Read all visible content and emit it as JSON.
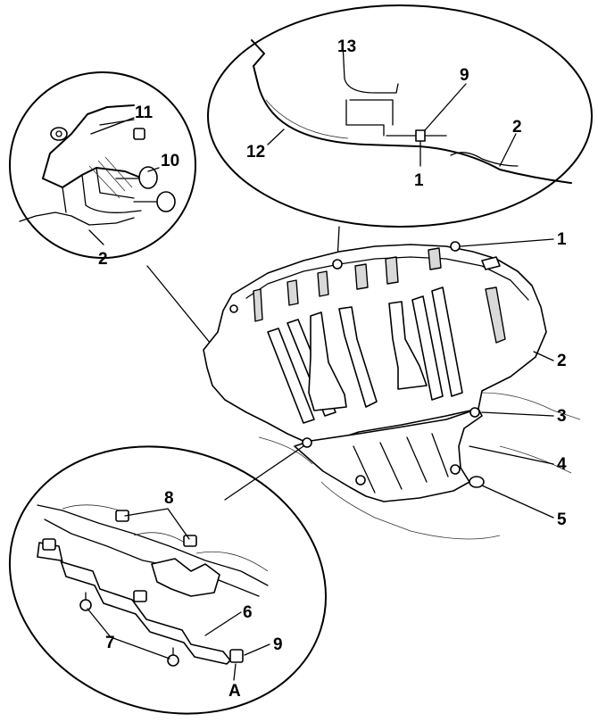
{
  "callouts": {
    "top": [
      "13",
      "9",
      "2",
      "12",
      "1"
    ],
    "left": [
      "11",
      "10",
      "2"
    ],
    "main": [
      "1",
      "2",
      "3",
      "4",
      "5"
    ],
    "bottom": [
      "8",
      "6",
      "7",
      "9",
      "A"
    ]
  }
}
